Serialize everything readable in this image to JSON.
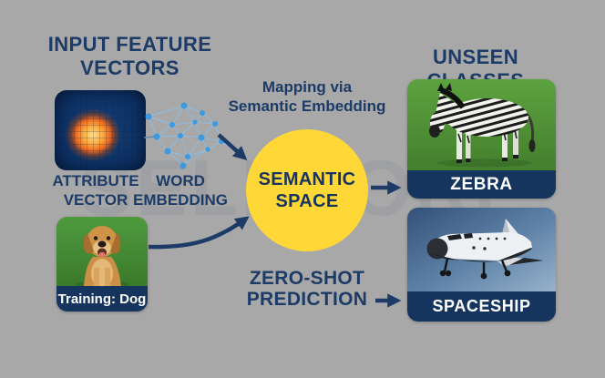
{
  "watermark_text": "SELLCORP",
  "colors": {
    "background": "#a8a8a8",
    "navy_text": "#1c3b66",
    "caption_band": "#16355e",
    "semantic_yellow": "#ffd838",
    "network_node_blue": "#3d9ae0",
    "network_edge_blue": "#8abde9",
    "heatmap_hot": "#fdab3d",
    "heatmap_bg": "#0d2f60",
    "caption_text": "#ffffff"
  },
  "left": {
    "title_line1": "INPUT FEATURE",
    "title_line2": "VECTORS",
    "attribute_line1": "ATTRIBUTE",
    "attribute_line2": "VECTOR",
    "word_line1": "WORD",
    "word_line2": "EMBEDDING",
    "training_caption": "Training: Dog"
  },
  "center": {
    "mapping_line1": "Mapping via",
    "mapping_line2": "Semantic Embedding",
    "semantic_line1": "SEMANTIC",
    "semantic_line2": "SPACE",
    "zeroshot_line1": "ZERO-SHOT",
    "zeroshot_line2": "PREDICTION"
  },
  "right": {
    "title": "UNSEEN CLASSES",
    "zebra_caption": "ZEBRA",
    "spaceship_caption": "SPACESHIP"
  },
  "icons": {
    "network": "word-embedding-network-icon",
    "heatmap": "attribute-heatmap",
    "arrow": "flow-arrow"
  }
}
